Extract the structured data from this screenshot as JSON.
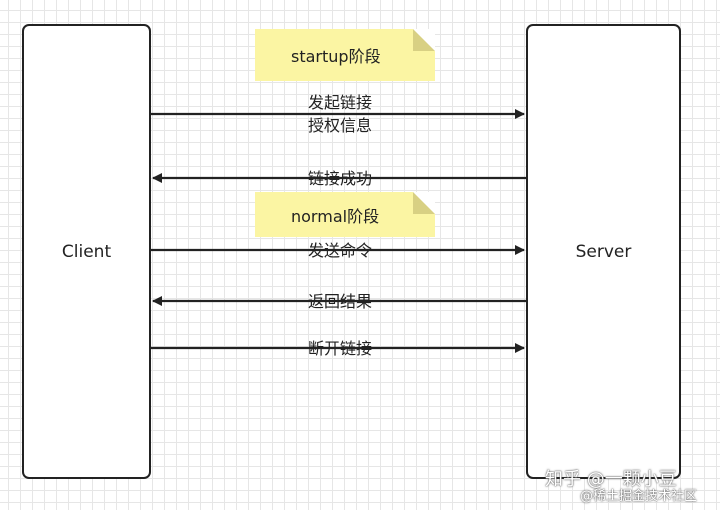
{
  "nodes": {
    "client": "Client",
    "server": "Server"
  },
  "notes": {
    "startup": "startup阶段",
    "normal": "normal阶段"
  },
  "messages": [
    {
      "lines": [
        "发起链接",
        "授权信息"
      ],
      "direction": "client-to-server"
    },
    {
      "lines": [
        "链接成功"
      ],
      "direction": "server-to-client"
    },
    {
      "lines": [
        "发送命令"
      ],
      "direction": "client-to-server"
    },
    {
      "lines": [
        "返回结果"
      ],
      "direction": "server-to-client"
    },
    {
      "lines": [
        "断开链接"
      ],
      "direction": "client-to-server"
    }
  ],
  "watermarks": {
    "line1": "知乎 @一颗小豆",
    "line2": "@稀土掘金技术社区"
  }
}
